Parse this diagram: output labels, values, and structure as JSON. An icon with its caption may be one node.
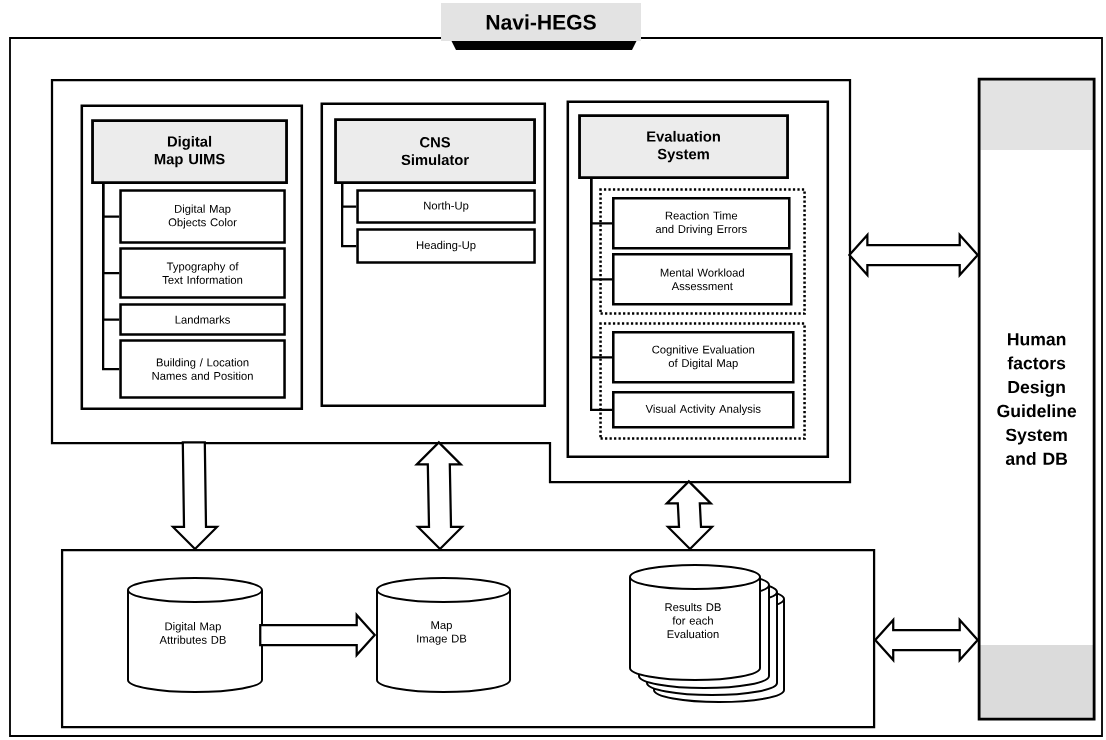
{
  "diagram": {
    "nodes": [
      {
        "text": [
          "Navi-HEGS"
        ]
      },
      {
        "text": [],
        "shape": "box",
        "in": 0
      },
      {
        "text": [],
        "shape": "box",
        "in": 1
      },
      {
        "text": [
          "Digital Map UIMS"
        ],
        "in": 2
      },
      {
        "text": [
          "Digital Map Objects Color"
        ],
        "in": 2
      },
      {
        "text": [
          "Typography of Text Information"
        ],
        "in": 2
      },
      {
        "text": [
          "Landmarks"
        ],
        "in": 2
      },
      {
        "text": [
          "Building / Location Names and Position"
        ],
        "in": 2
      },
      {
        "text": [],
        "shape": "box",
        "in": 1
      },
      {
        "text": [
          "CNS Simulator"
        ],
        "in": 8
      },
      {
        "text": [
          "North-Up"
        ],
        "in": 8
      },
      {
        "text": [
          "Heading-Up"
        ],
        "in": 8
      },
      {
        "text": [],
        "shape": "box",
        "in": 1
      },
      {
        "text": [
          "Evaluation System"
        ],
        "in": 12
      },
      {
        "text": [],
        "shape": "box",
        "in": 12
      },
      {
        "text": [
          "Reaction Time and Driving Errors"
        ],
        "in": 14
      },
      {
        "text": [
          "Mental Workload Assessment"
        ],
        "in": 14
      },
      {
        "text": [],
        "shape": "box",
        "in": 12
      },
      {
        "text": [
          "Cognitive Evaluation of Digital Map"
        ],
        "in": 17
      },
      {
        "text": [
          "Visual Activity Analysis"
        ],
        "in": 17
      },
      {
        "text": [
          "Human factors Design Guideline System and DB"
        ],
        "in": 0
      },
      {
        "text": [],
        "shape": "box",
        "in": 0
      },
      {
        "text": [
          "Digital Map Attributes DB"
        ],
        "in": 21
      },
      {
        "text": [
          "Map Image DB"
        ],
        "in": 21
      },
      {
        "text": [
          "Results DB for each Evaluation"
        ],
        "in": 21
      }
    ],
    "edges": [
      {
        "from": 1,
        "to": 21,
        "arrow": "to"
      },
      {
        "from": 1,
        "to": 21,
        "arrow": "both"
      },
      {
        "from": 1,
        "to": 21,
        "arrow": "both"
      },
      {
        "from": 22,
        "to": 23,
        "arrow": "to"
      },
      {
        "from": 1,
        "to": 20,
        "arrow": "both"
      },
      {
        "from": 21,
        "to": 20,
        "arrow": "both"
      },
      {
        "from": 3,
        "to": 4,
        "arrow": "none"
      },
      {
        "from": 3,
        "to": 5,
        "arrow": "none"
      },
      {
        "from": 3,
        "to": 6,
        "arrow": "none"
      },
      {
        "from": 3,
        "to": 7,
        "arrow": "none"
      },
      {
        "from": 9,
        "to": 10,
        "arrow": "none"
      },
      {
        "from": 9,
        "to": 11,
        "arrow": "none"
      },
      {
        "from": 13,
        "to": 15,
        "arrow": "none"
      },
      {
        "from": 13,
        "to": 16,
        "arrow": "none"
      },
      {
        "from": 13,
        "to": 18,
        "arrow": "none"
      },
      {
        "from": 13,
        "to": 19,
        "arrow": "none"
      }
    ]
  }
}
